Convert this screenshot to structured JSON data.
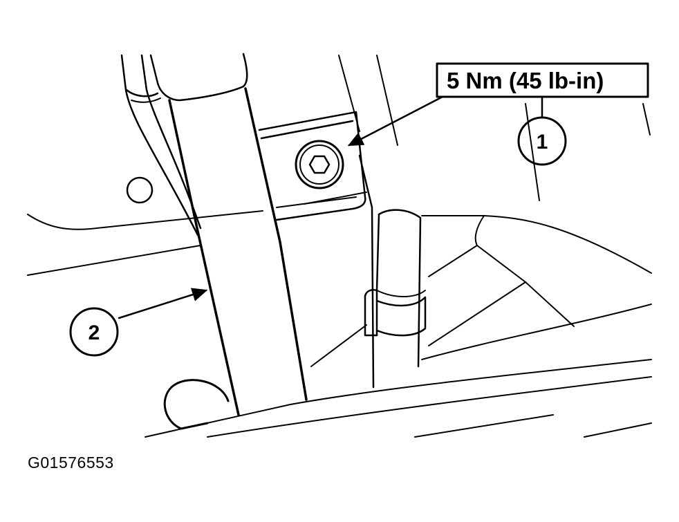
{
  "torque_spec": "5 Nm (45 lb-in)",
  "callouts": [
    {
      "number": "1"
    },
    {
      "number": "2"
    }
  ],
  "figure_id": "G01576553"
}
